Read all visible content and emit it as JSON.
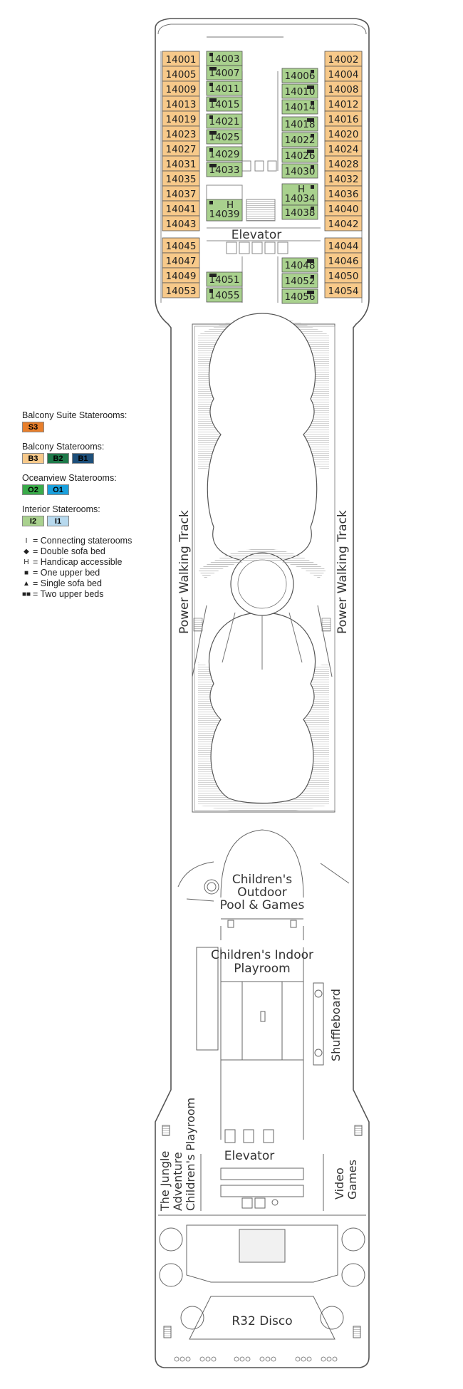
{
  "cabins": {
    "outer_left": [
      "14001",
      "14005",
      "14009",
      "14013",
      "14019",
      "14023",
      "14027",
      "14031",
      "14035",
      "14037",
      "14041",
      "14043",
      "14045",
      "14047",
      "14049",
      "14053"
    ],
    "inner_left": [
      "14003",
      "14007",
      "14011",
      "14015",
      "14021",
      "14025",
      "14029",
      "14033",
      "14039",
      "14051",
      "14055"
    ],
    "inner_right": [
      "14006",
      "14010",
      "14014",
      "14018",
      "14022",
      "14026",
      "14030",
      "14034",
      "14038",
      "14048",
      "14052",
      "14056"
    ],
    "outer_right": [
      "14002",
      "14004",
      "14008",
      "14012",
      "14016",
      "14020",
      "14024",
      "14028",
      "14032",
      "14036",
      "14040",
      "14042",
      "14044",
      "14046",
      "14050",
      "14054"
    ],
    "handicap_mark": "H"
  },
  "areas": {
    "elevator_fwd": "Elevator",
    "elevator_aft": "Elevator",
    "track_left": "Power Walking Track",
    "track_right": "Power Walking Track",
    "outdoor_pool": [
      "Children's",
      "Outdoor",
      "Pool & Games"
    ],
    "indoor_playroom": [
      "Children's Indoor",
      "Playroom"
    ],
    "shuffleboard": "Shuffleboard",
    "jungle": [
      "The Jungle",
      "Adventure",
      "Children's Playroom"
    ],
    "video_games": [
      "Video",
      "Games"
    ],
    "disco": "R32 Disco"
  },
  "legend": {
    "balcony_suite": {
      "heading": "Balcony Suite Staterooms:",
      "swatches": [
        {
          "code": "S3",
          "color": "#e87f2c",
          "text": "#000000"
        }
      ]
    },
    "balcony": {
      "heading": "Balcony Staterooms:",
      "swatches": [
        {
          "code": "B3",
          "color": "#f7c98a",
          "text": "#000000"
        },
        {
          "code": "B2",
          "color": "#1e7a4a",
          "text": "#000000"
        },
        {
          "code": "B1",
          "color": "#1d4f7a",
          "text": "#000000"
        }
      ]
    },
    "oceanview": {
      "heading": "Oceanview Staterooms:",
      "swatches": [
        {
          "code": "O2",
          "color": "#3aab4a",
          "text": "#000000"
        },
        {
          "code": "O1",
          "color": "#1aa0dd",
          "text": "#000000"
        }
      ]
    },
    "interior": {
      "heading": "Interior Staterooms:",
      "swatches": [
        {
          "code": "I2",
          "color": "#a9d18e",
          "text": "#000000"
        },
        {
          "code": "I1",
          "color": "#b7d9ee",
          "text": "#000000"
        }
      ]
    },
    "symbols": [
      {
        "glyph": "I",
        "text": "= Connecting staterooms"
      },
      {
        "glyph": "◆",
        "text": "= Double sofa bed"
      },
      {
        "glyph": "H",
        "text": "= Handicap accessible"
      },
      {
        "glyph": "■",
        "text": "= One upper bed"
      },
      {
        "glyph": "▲",
        "text": "= Single sofa bed"
      },
      {
        "glyph": "■■",
        "text": "= Two upper beds"
      }
    ]
  },
  "colors": {
    "b3": "#f7c98a",
    "i2": "#a9d18e",
    "line": "#555555",
    "hatch": "#9a9a9a"
  }
}
